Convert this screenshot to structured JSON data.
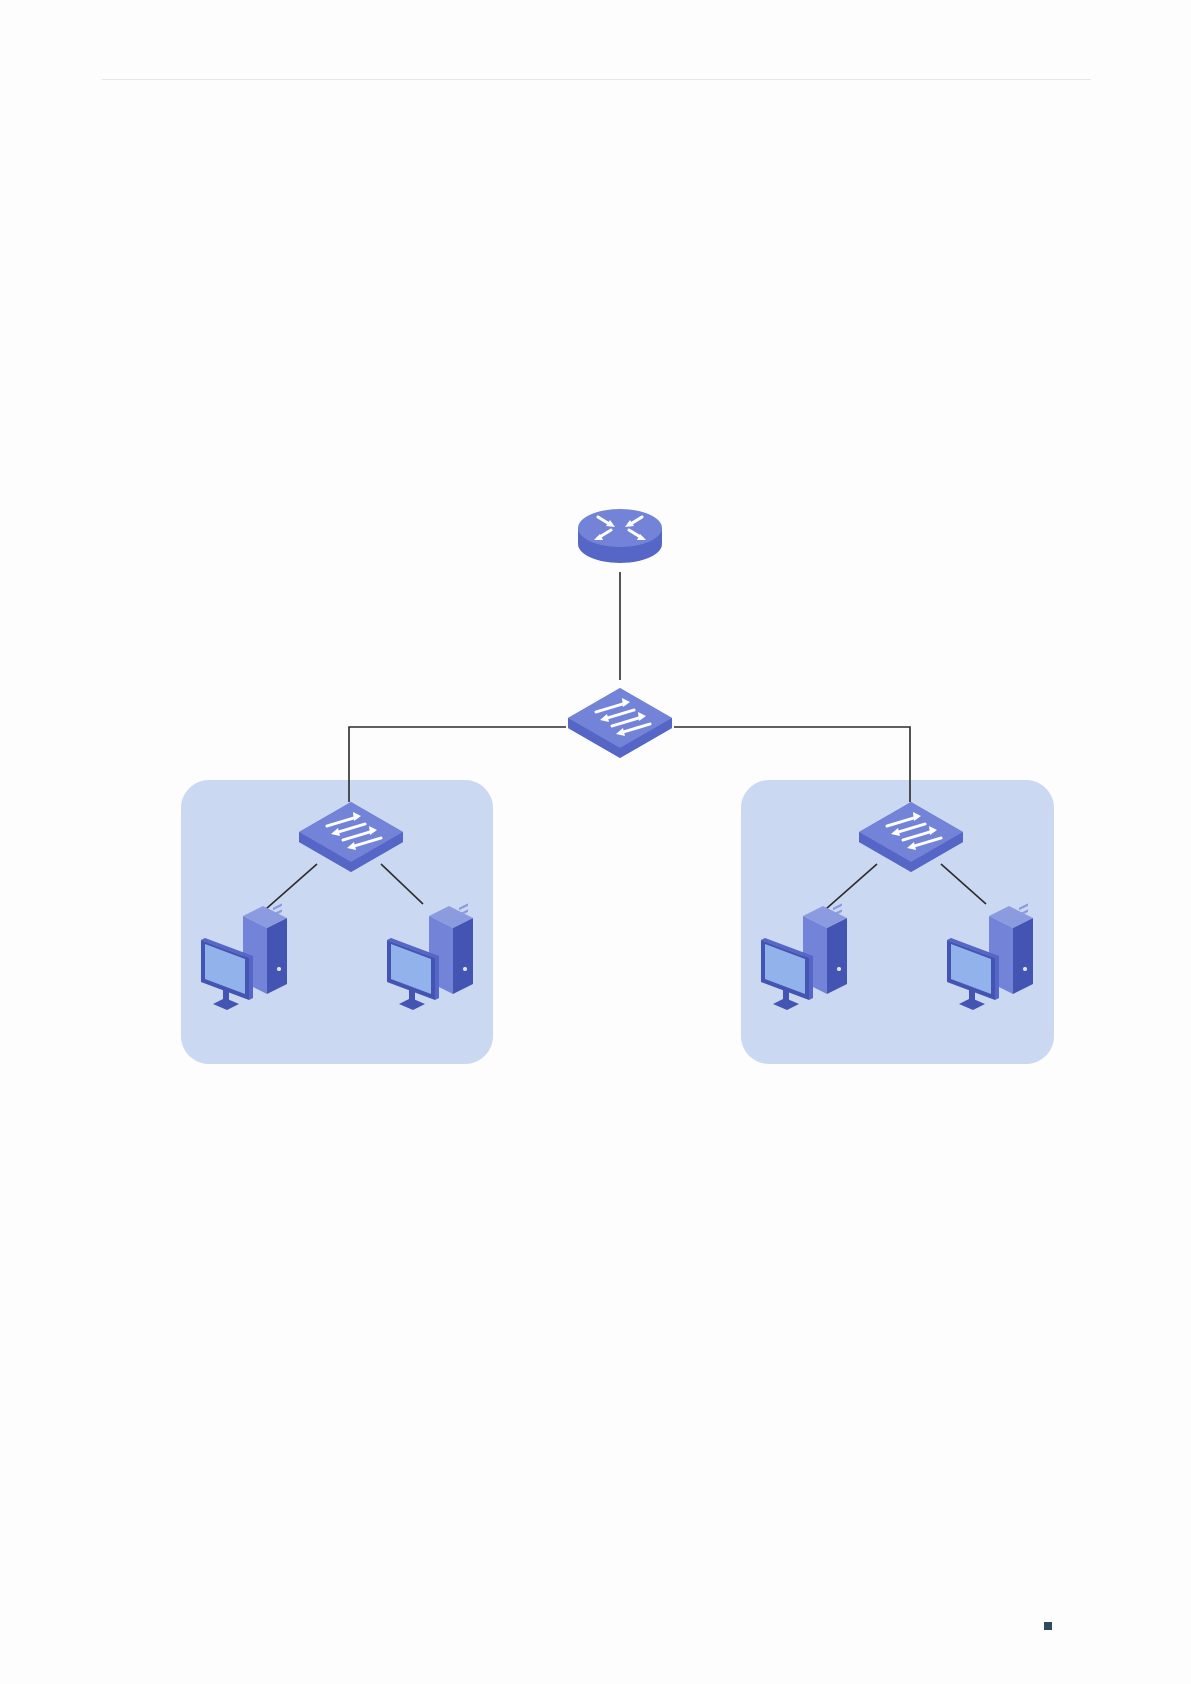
{
  "diagram": {
    "colors": {
      "device_top": "#7283d8",
      "device_side": "#5566c6",
      "device_dark": "#4454b2",
      "arrow": "#ffffff",
      "link": "#2b2b2b",
      "group_fill": "#cbd8f2",
      "screen": "#92b2ec"
    },
    "nodes": [
      {
        "id": "router",
        "type": "router",
        "icon": "router-icon"
      },
      {
        "id": "core-switch",
        "type": "switch",
        "icon": "switch-icon"
      },
      {
        "id": "left-switch",
        "type": "switch",
        "icon": "switch-icon"
      },
      {
        "id": "right-switch",
        "type": "switch",
        "icon": "switch-icon"
      },
      {
        "id": "left-pc-1",
        "type": "pc",
        "icon": "desktop-computer-icon"
      },
      {
        "id": "left-pc-2",
        "type": "pc",
        "icon": "desktop-computer-icon"
      },
      {
        "id": "right-pc-1",
        "type": "pc",
        "icon": "desktop-computer-icon"
      },
      {
        "id": "right-pc-2",
        "type": "pc",
        "icon": "desktop-computer-icon"
      }
    ],
    "links": [
      [
        "router",
        "core-switch"
      ],
      [
        "core-switch",
        "left-switch"
      ],
      [
        "core-switch",
        "right-switch"
      ],
      [
        "left-switch",
        "left-pc-1"
      ],
      [
        "left-switch",
        "left-pc-2"
      ],
      [
        "right-switch",
        "right-pc-1"
      ],
      [
        "right-switch",
        "right-pc-2"
      ]
    ],
    "groups": [
      {
        "id": "left-network",
        "members": [
          "left-switch",
          "left-pc-1",
          "left-pc-2"
        ]
      },
      {
        "id": "right-network",
        "members": [
          "right-switch",
          "right-pc-1",
          "right-pc-2"
        ]
      }
    ]
  }
}
